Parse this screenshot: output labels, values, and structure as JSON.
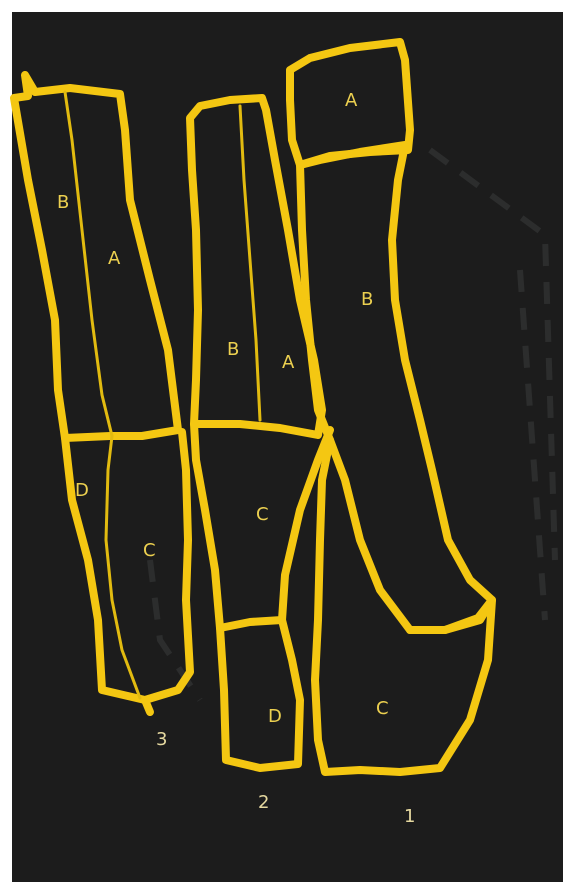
{
  "background_color": "#1c1c1c",
  "outline_color": "#f4c712",
  "fingers": [
    {
      "id": "3",
      "label": "3",
      "regions": [
        "B",
        "A",
        "D",
        "C"
      ]
    },
    {
      "id": "2",
      "label": "2",
      "regions": [
        "B",
        "A",
        "C",
        "D"
      ]
    },
    {
      "id": "1",
      "label": "1",
      "regions": [
        "A",
        "B",
        "C"
      ]
    }
  ],
  "region_labels": {
    "f3_b": "B",
    "f3_a": "A",
    "f3_d": "D",
    "f3_c": "C",
    "f2_b": "B",
    "f2_a": "A",
    "f2_c": "C",
    "f2_d": "D",
    "f1_a": "A",
    "f1_b": "B",
    "f1_c": "C"
  }
}
